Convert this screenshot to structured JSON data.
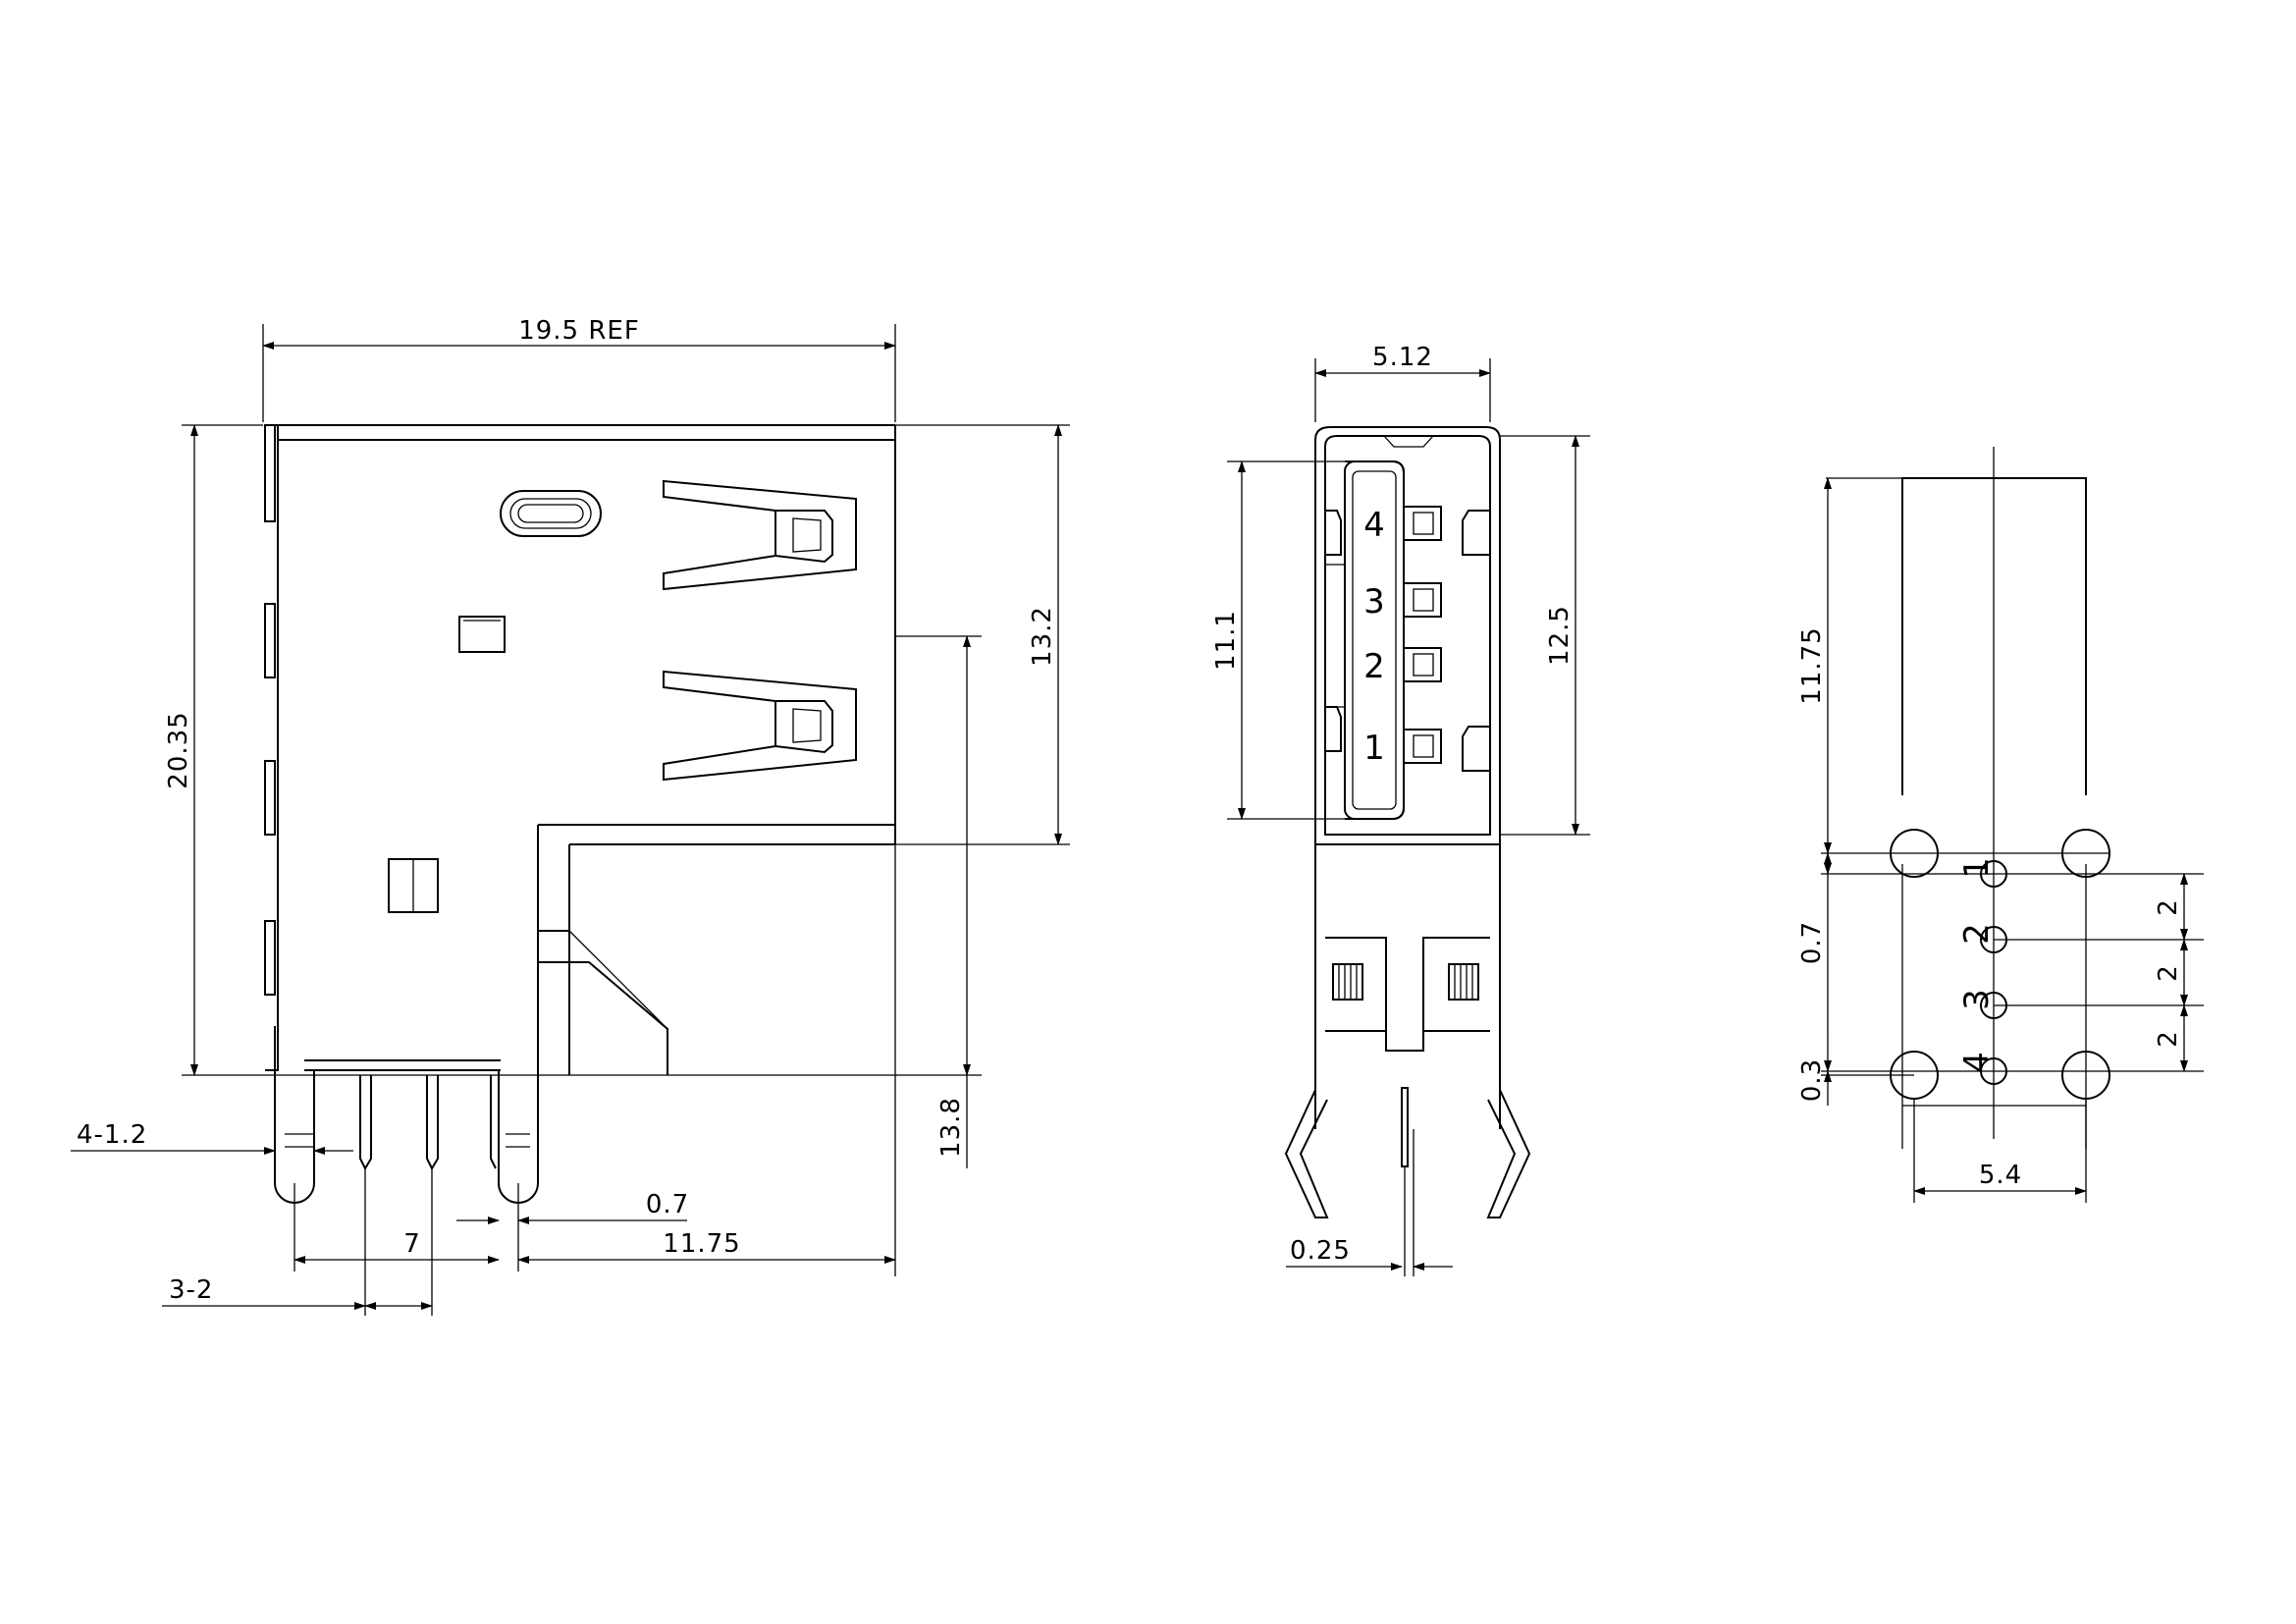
{
  "side_view": {
    "dims": {
      "total_length": "19.5 REF",
      "total_height": "20.35",
      "body_height": "13.2",
      "lead_height": "13.8",
      "lead_dia": "4-1.2",
      "lead_thickness": "0.7",
      "pin_span": "7",
      "lead_to_front": "11.75",
      "pin_pitch": "3-2"
    }
  },
  "front_view": {
    "dims": {
      "cavity_width": "5.12",
      "cavity_height": "11.1",
      "body_height": "12.5",
      "pin_thickness": "0.25"
    },
    "pin_labels": [
      "4",
      "3",
      "2",
      "1"
    ]
  },
  "footprint_view": {
    "dims": {
      "body_to_holes": "11.75",
      "pin_offset_top": "0.7",
      "pin_offset_bottom": "0.3",
      "pitch_a": "2",
      "pitch_b": "2",
      "pitch_c": "2",
      "hole_span": "5.4"
    },
    "pin_labels": [
      "1",
      "2",
      "3",
      "4"
    ]
  }
}
